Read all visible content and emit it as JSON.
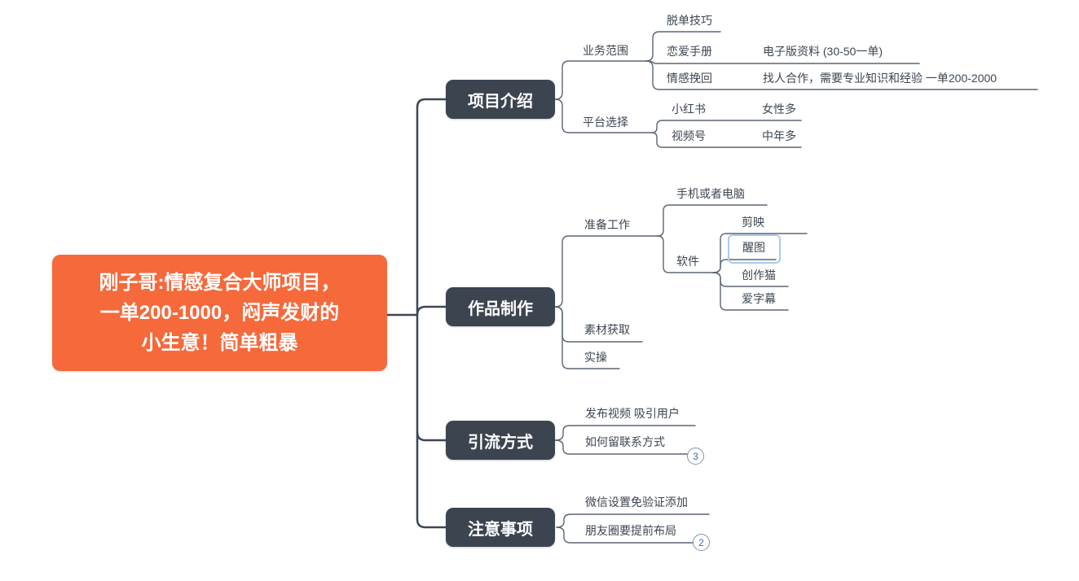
{
  "mindmap": {
    "root": {
      "label": "刚子哥:情感复合大师项目，\n一单200-1000，闷声发财的\n小生意！简单粗暴"
    },
    "branches": [
      {
        "label": "项目介绍",
        "children": [
          {
            "label": "业务范围",
            "children": [
              {
                "label": "脱单技巧"
              },
              {
                "label": "恋爱手册",
                "children": [
                  {
                    "label": "电子版资料 (30-50一单)"
                  }
                ]
              },
              {
                "label": "情感挽回",
                "children": [
                  {
                    "label": "找人合作，需要专业知识和经验 一单200-2000"
                  }
                ]
              }
            ]
          },
          {
            "label": "平台选择",
            "children": [
              {
                "label": "小红书",
                "children": [
                  {
                    "label": "女性多"
                  }
                ]
              },
              {
                "label": "视频号",
                "children": [
                  {
                    "label": "中年多"
                  }
                ]
              }
            ]
          }
        ]
      },
      {
        "label": "作品制作",
        "children": [
          {
            "label": "准备工作",
            "children": [
              {
                "label": "手机或者电脑"
              },
              {
                "label": "软件",
                "children": [
                  {
                    "label": "剪映"
                  },
                  {
                    "label": "醒图",
                    "selected": true
                  },
                  {
                    "label": "创作猫"
                  },
                  {
                    "label": "爱字幕"
                  }
                ]
              }
            ]
          },
          {
            "label": "素材获取"
          },
          {
            "label": "实操"
          }
        ]
      },
      {
        "label": "引流方式",
        "children": [
          {
            "label": "发布视频 吸引用户"
          },
          {
            "label": "如何留联系方式",
            "badge": "3"
          }
        ]
      },
      {
        "label": "注意事项",
        "children": [
          {
            "label": "微信设置免验证添加"
          },
          {
            "label": "朋友圈要提前布局",
            "badge": "2"
          }
        ]
      }
    ],
    "colors": {
      "canvas_bg": "#ffffff",
      "root_fill": "#F5693B",
      "root_text": "#ffffff",
      "topic_fill": "#3C4450",
      "topic_text": "#ffffff",
      "line_main": "#3E4754",
      "line_sub": "#5B6573",
      "label_text": "#3C4651",
      "selection_border": "#A9CBEE",
      "badge_border": "#8493A6",
      "badge_text": "#3A6BB3"
    }
  }
}
